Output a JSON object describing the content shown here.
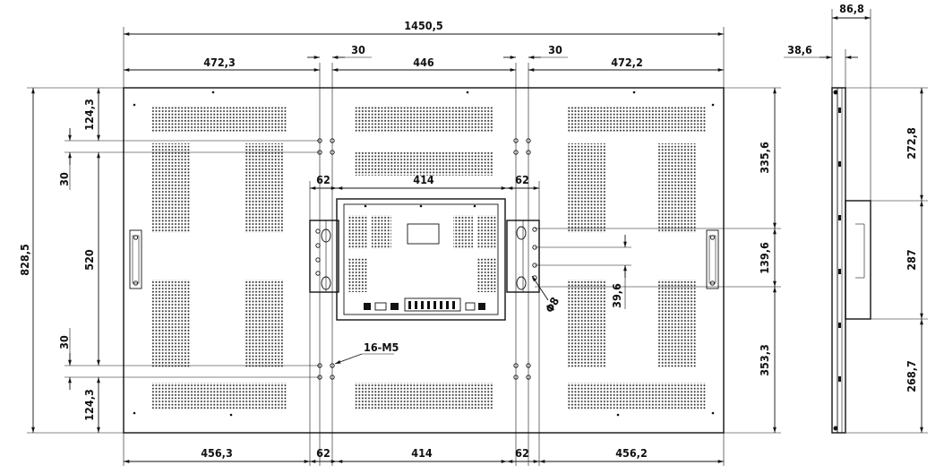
{
  "front_view": {
    "overall_width": "1450,5",
    "overall_height": "828,5",
    "top_segments": [
      "472,3",
      "446",
      "472,2"
    ],
    "top_gap_30_a": "30",
    "top_gap_30_b": "30",
    "top_left_offset": "124,3",
    "left_gap_30_top": "30",
    "vertical_spacing": "520",
    "left_gap_30_bottom": "30",
    "bottom_left_offset": "124,3",
    "bracket_62_left": "62",
    "bracket_414": "414",
    "bracket_62_right": "62",
    "right_upper": "335,6",
    "right_mount_span": "139,6",
    "right_lower": "353,3",
    "mount_hole_pitch": "39,6",
    "hole_dia": "Φ8",
    "screw_callout": "16-M5",
    "bottom_segments": [
      "456,3",
      "62",
      "414",
      "62",
      "456,2"
    ]
  },
  "side_view": {
    "depth": "86,8",
    "panel_thickness": "38,6",
    "upper": "272,8",
    "middle": "287",
    "lower": "268,7"
  }
}
